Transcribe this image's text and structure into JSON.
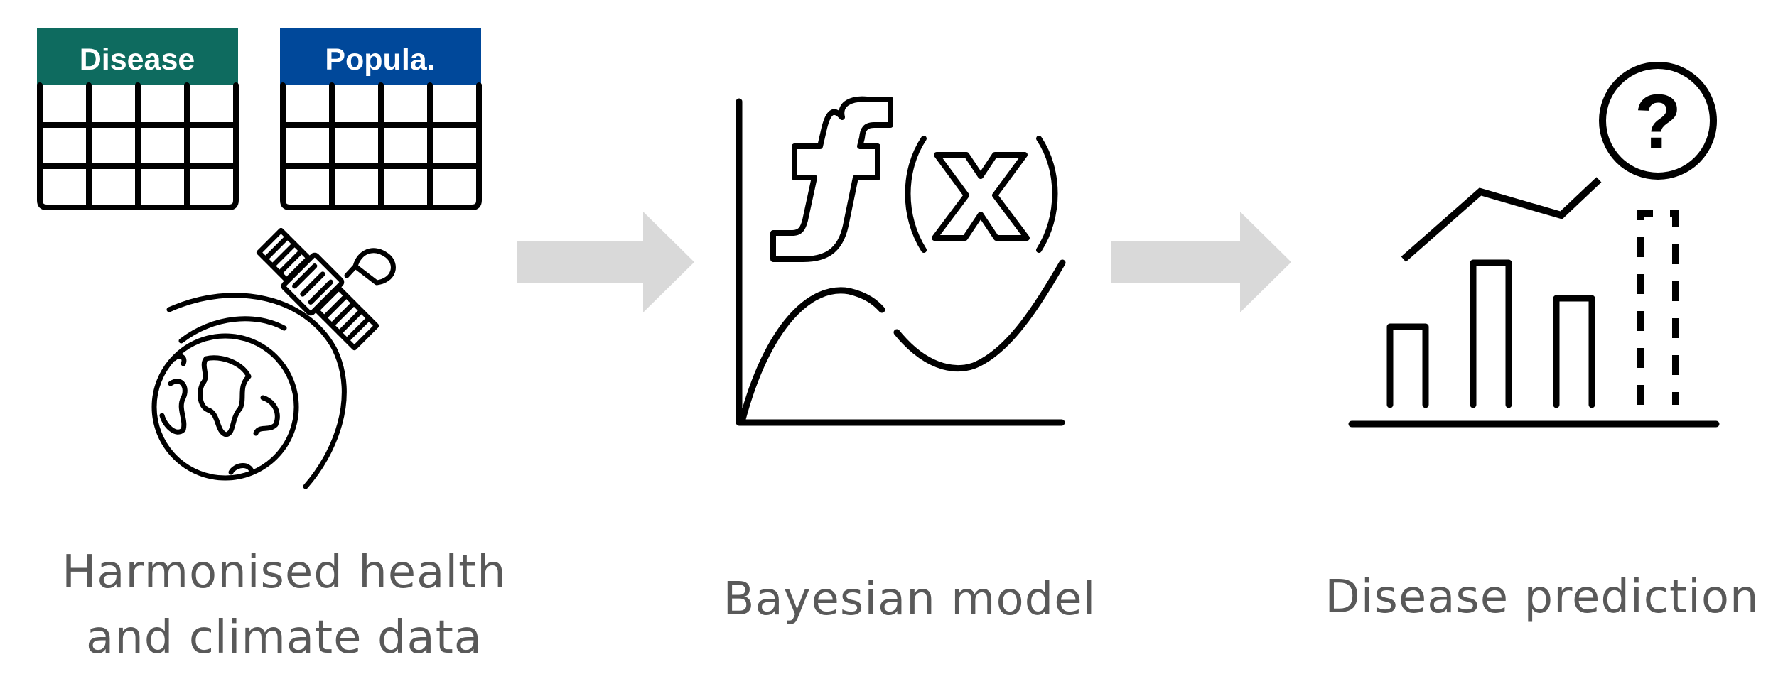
{
  "stages": [
    {
      "id": "data",
      "caption_lines": [
        "Harmonised health",
        "and climate data"
      ],
      "tables": [
        {
          "header": "Disease",
          "color": "#0e6b5f"
        },
        {
          "header": "Popula.",
          "color": "#00489a"
        }
      ],
      "icons": [
        "table-grid-icon",
        "table-grid-icon",
        "satellite-icon",
        "earth-globe-icon"
      ]
    },
    {
      "id": "model",
      "caption": "Bayesian model",
      "formula": {
        "f": "f",
        "x": "(x)"
      },
      "icons": [
        "function-graph-icon"
      ]
    },
    {
      "id": "prediction",
      "caption": "Disease prediction",
      "question_mark": "?",
      "icons": [
        "bar-chart-icon",
        "trend-line-icon",
        "question-mark-icon"
      ]
    }
  ],
  "arrow_color": "#d9d9d9",
  "icon_color": "#000000",
  "caption_color": "#595959"
}
